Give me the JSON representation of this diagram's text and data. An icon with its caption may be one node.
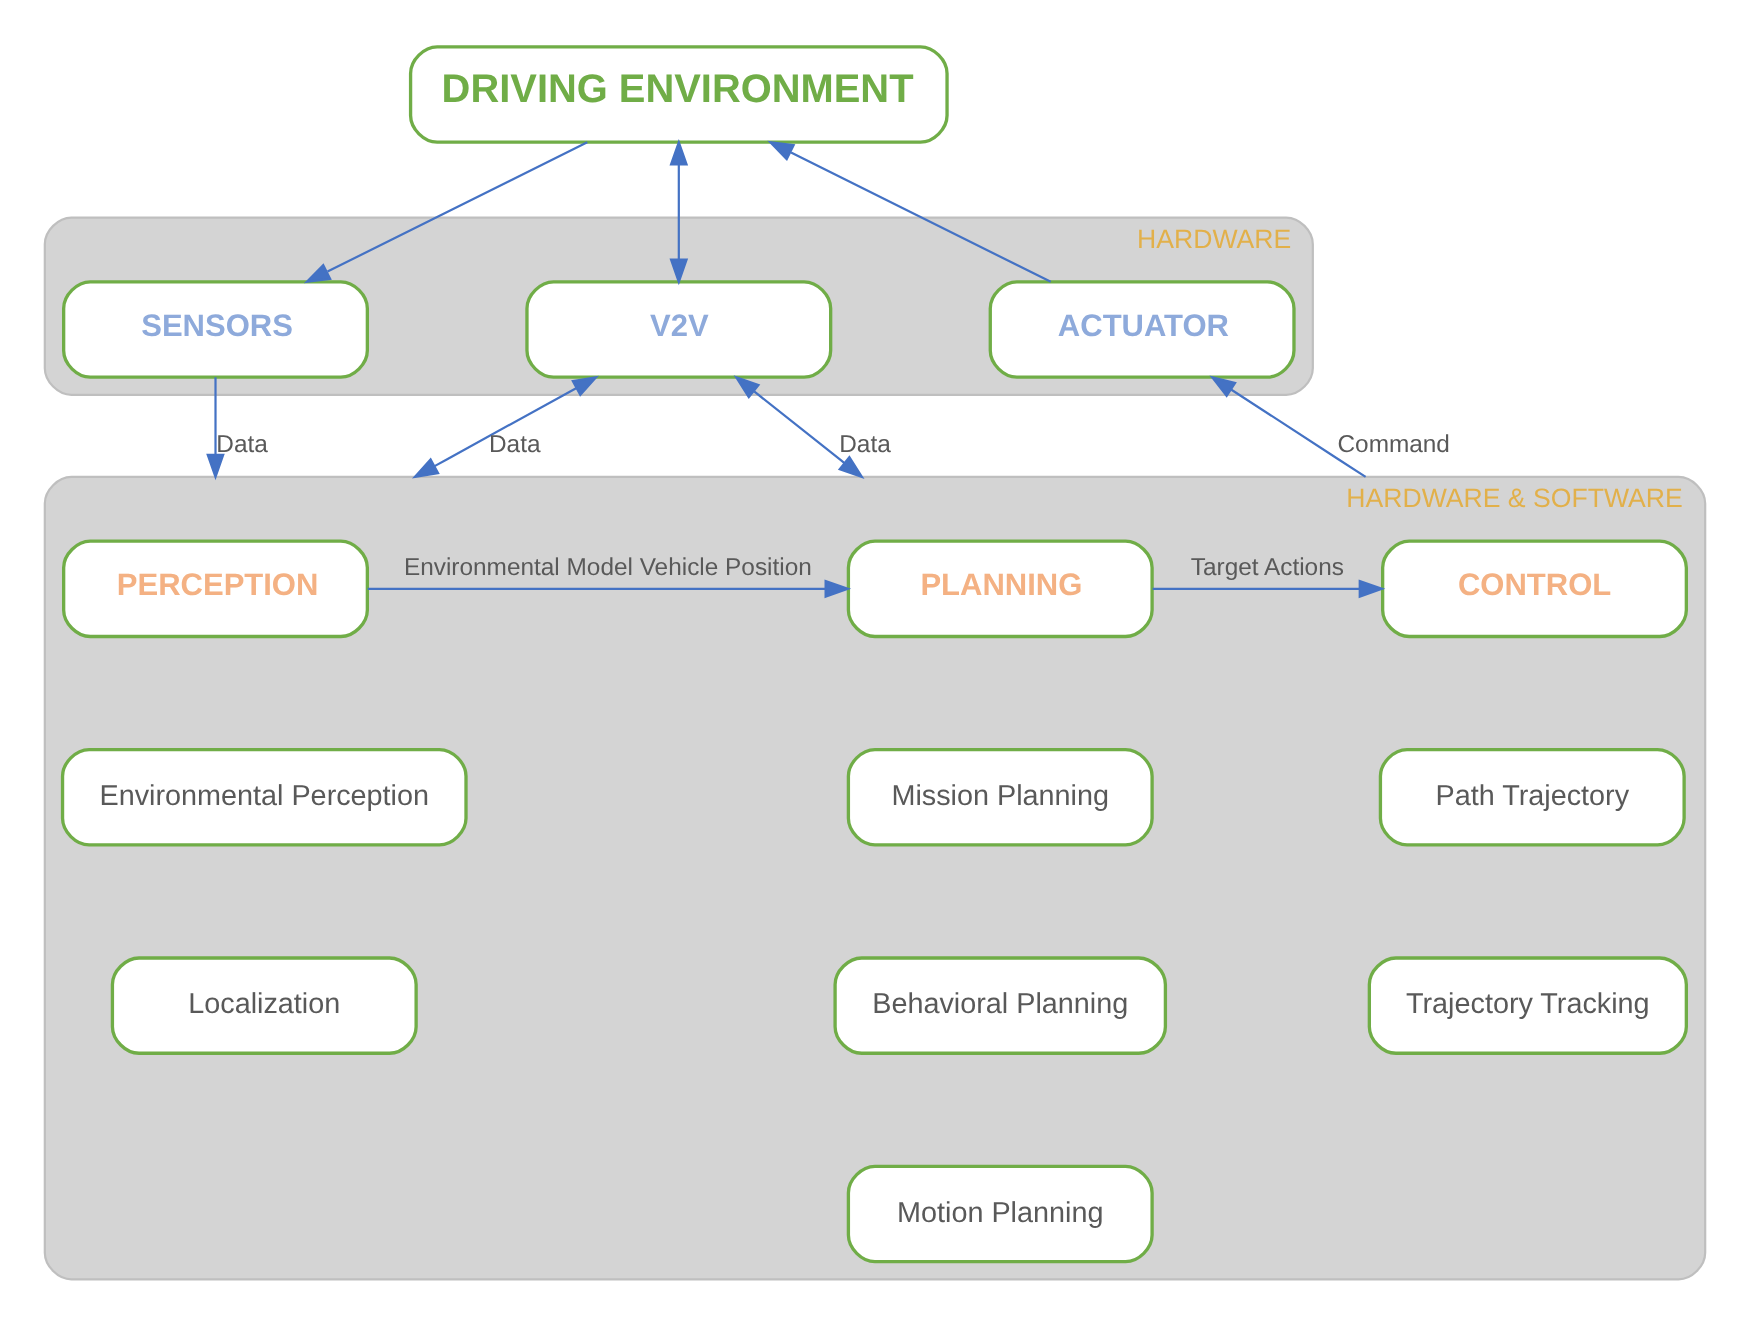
{
  "diagram": {
    "nodes": [
      {
        "text": [
          "DRIVING ENVIRONMENT"
        ]
      },
      {
        "text": [
          "HARDWARE"
        ]
      },
      {
        "text": [
          "SENSORS"
        ],
        "in": 1
      },
      {
        "text": [
          "V2V"
        ],
        "in": 1
      },
      {
        "text": [
          "ACTUATOR"
        ],
        "in": 1
      },
      {
        "text": [
          "HARDWARE & SOFTWARE"
        ]
      },
      {
        "text": [
          "PERCEPTION"
        ],
        "in": 5
      },
      {
        "text": [
          "PLANNING"
        ],
        "in": 5
      },
      {
        "text": [
          "CONTROL"
        ],
        "in": 5
      },
      {
        "text": [
          "Environmental Perception"
        ],
        "in": 5
      },
      {
        "text": [
          "Localization"
        ],
        "in": 5
      },
      {
        "text": [
          "Mission Planning"
        ],
        "in": 5
      },
      {
        "text": [
          "Behavioral Planning"
        ],
        "in": 5
      },
      {
        "text": [
          "Motion Planning"
        ],
        "in": 5
      },
      {
        "text": [
          "Path Trajectory"
        ],
        "in": 5
      },
      {
        "text": [
          "Trajectory Tracking"
        ],
        "in": 5
      }
    ],
    "edges": [
      {
        "from": 0,
        "to": 2,
        "arrow": "to"
      },
      {
        "from": 0,
        "to": 3,
        "arrow": "both"
      },
      {
        "from": 4,
        "to": 0,
        "arrow": "to"
      },
      {
        "from": 2,
        "to": 5,
        "arrow": "to",
        "label": "Data"
      },
      {
        "from": 5,
        "to": 3,
        "arrow": "both",
        "label": "Data"
      },
      {
        "from": 3,
        "to": 5,
        "arrow": "both",
        "label": "Data"
      },
      {
        "from": 5,
        "to": 4,
        "arrow": "to",
        "label": "Command"
      },
      {
        "from": 6,
        "to": 7,
        "arrow": "to",
        "label": "Environmental Model Vehicle Position"
      },
      {
        "from": 7,
        "to": 8,
        "arrow": "to",
        "label": "Target Actions"
      }
    ]
  }
}
